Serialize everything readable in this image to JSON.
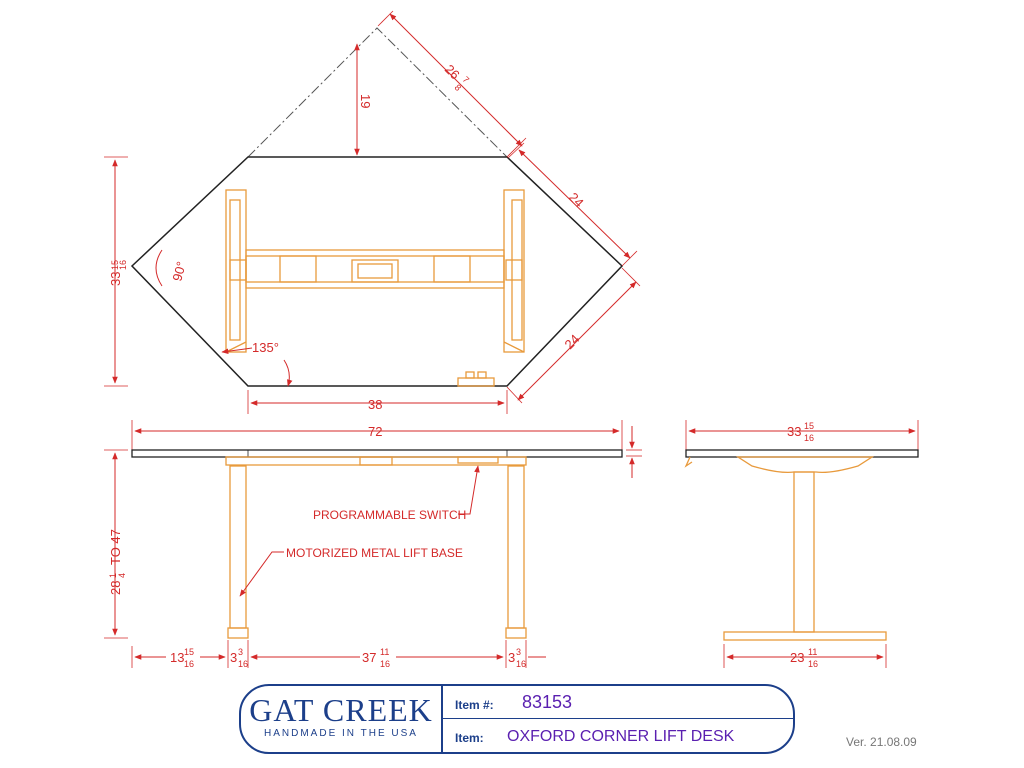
{
  "dimensions": {
    "corner_depth": "19",
    "diagonal_long": "26",
    "diagonal_frac_num": "7",
    "diagonal_frac_den": "8",
    "side_upper": "24",
    "side_lower": "24",
    "top_depth_whole": "33",
    "top_depth_num": "15",
    "top_depth_den": "16",
    "back_edge": "38",
    "overall_width": "72",
    "height_range_whole": "28",
    "height_range_num": "1",
    "height_range_den": "4",
    "height_range_rest": "TO 47",
    "leg_offset_whole": "13",
    "leg_offset_num": "15",
    "leg_offset_den": "16",
    "foot_width_whole": "3",
    "foot_width_num": "3",
    "foot_width_den": "16",
    "leg_span_whole": "37",
    "leg_span_num": "11",
    "leg_span_den": "16",
    "foot_width2_whole": "3",
    "foot_width2_num": "3",
    "foot_width2_den": "16",
    "side_depth_whole": "33",
    "side_depth_num": "15",
    "side_depth_den": "16",
    "base_depth_whole": "23",
    "base_depth_num": "11",
    "base_depth_den": "16"
  },
  "angles": {
    "corner": "90°",
    "side": "135°"
  },
  "notes": {
    "switch": "PROGRAMMABLE SWITCH",
    "base": "MOTORIZED METAL LIFT BASE"
  },
  "title_block": {
    "brand": "GAT CREEK",
    "tagline": "HANDMADE IN THE USA",
    "item_no_label": "Item #:",
    "item_no": "83153",
    "item_label": "Item:",
    "item_name": "OXFORD CORNER LIFT DESK"
  },
  "version": "Ver. 21.08.09",
  "colors": {
    "dimension": "#d42a2a",
    "frame": "#e89a3c",
    "outline": "#222222",
    "brand": "#1c3f8a",
    "item_value": "#5a1fb0"
  }
}
